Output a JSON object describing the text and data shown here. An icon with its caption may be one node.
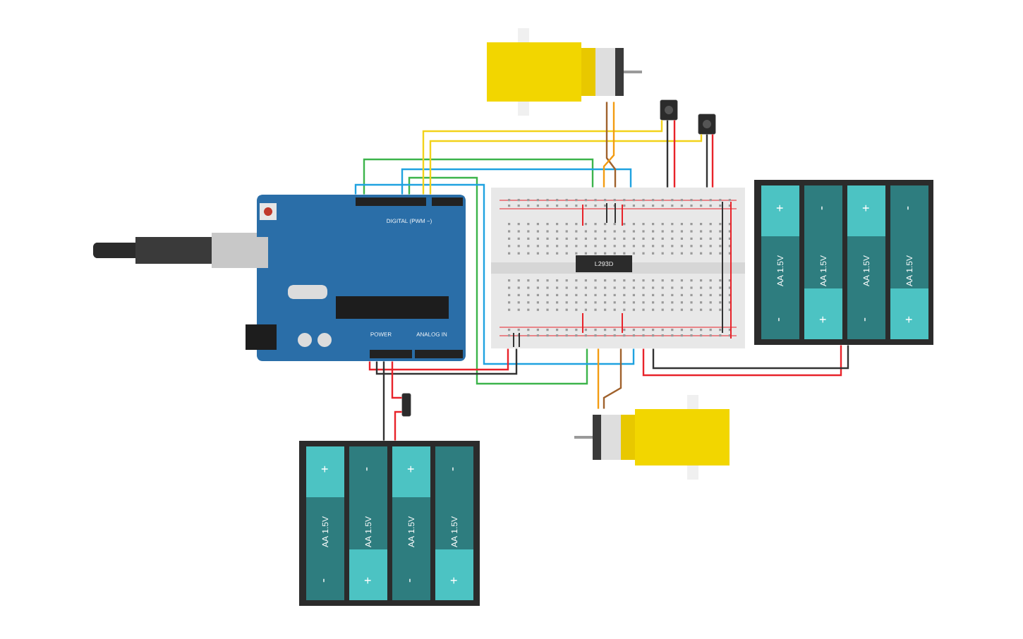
{
  "diagram": {
    "nodes": [
      {
        "text": [
          "DIGITAL (PWM ~)",
          "POWER",
          "ANALOG IN"
        ]
      },
      {
        "text": [],
        "shape": "picture"
      },
      {
        "text": [
          "L293D"
        ],
        "in": 1
      },
      {
        "text": [],
        "shape": "picture"
      },
      {
        "text": [],
        "shape": "picture"
      },
      {
        "text": [],
        "shape": "box"
      },
      {
        "text": [],
        "shape": "box"
      },
      {
        "text": [
          "+",
          "AA 1.5V",
          "-",
          "-",
          "AA 1.5V",
          "+",
          "+",
          "AA 1.5V",
          "-",
          "-",
          "AA 1.5V",
          "+"
        ]
      },
      {
        "text": [
          "+",
          "AA 1.5V",
          "-",
          "-",
          "AA 1.5V",
          "+",
          "+",
          "AA 1.5V",
          "-",
          "-",
          "AA 1.5V",
          "+"
        ]
      },
      {
        "text": [],
        "shape": "box"
      }
    ],
    "edges": [
      {
        "from": 0,
        "to": 1,
        "arrow": "none",
        "color": "#3cb44b"
      },
      {
        "from": 0,
        "to": 1,
        "arrow": "none",
        "color": "#1fa2e0"
      },
      {
        "from": 0,
        "to": 1,
        "arrow": "none",
        "color": "#3cb44b"
      },
      {
        "from": 0,
        "to": 1,
        "arrow": "none",
        "color": "#1fa2e0"
      },
      {
        "from": 0,
        "to": 5,
        "arrow": "none",
        "color": "#f2d21b"
      },
      {
        "from": 0,
        "to": 6,
        "arrow": "none",
        "color": "#f2d21b"
      },
      {
        "from": 3,
        "to": 1,
        "arrow": "none",
        "color": "#a0622d"
      },
      {
        "from": 3,
        "to": 1,
        "arrow": "none",
        "color": "#f39c12"
      },
      {
        "from": 4,
        "to": 1,
        "arrow": "none",
        "color": "#f39c12"
      },
      {
        "from": 4,
        "to": 1,
        "arrow": "none",
        "color": "#a0622d"
      },
      {
        "from": 7,
        "to": 1,
        "arrow": "none",
        "color": "#e8232a"
      },
      {
        "from": 7,
        "to": 1,
        "arrow": "none",
        "color": "#333333"
      },
      {
        "from": 5,
        "to": 1,
        "arrow": "none",
        "color": "#333333"
      },
      {
        "from": 5,
        "to": 1,
        "arrow": "none",
        "color": "#e8232a"
      },
      {
        "from": 6,
        "to": 1,
        "arrow": "none",
        "color": "#333333"
      },
      {
        "from": 6,
        "to": 1,
        "arrow": "none",
        "color": "#e8232a"
      },
      {
        "from": 0,
        "to": 1,
        "arrow": "none",
        "color": "#e8232a"
      },
      {
        "from": 0,
        "to": 1,
        "arrow": "none",
        "color": "#333333"
      },
      {
        "from": 0,
        "to": 8,
        "arrow": "none",
        "color": "#333333"
      },
      {
        "from": 0,
        "to": 9,
        "arrow": "none",
        "color": "#e8232a"
      },
      {
        "from": 9,
        "to": 8,
        "arrow": "none",
        "color": "#e8232a"
      }
    ]
  }
}
